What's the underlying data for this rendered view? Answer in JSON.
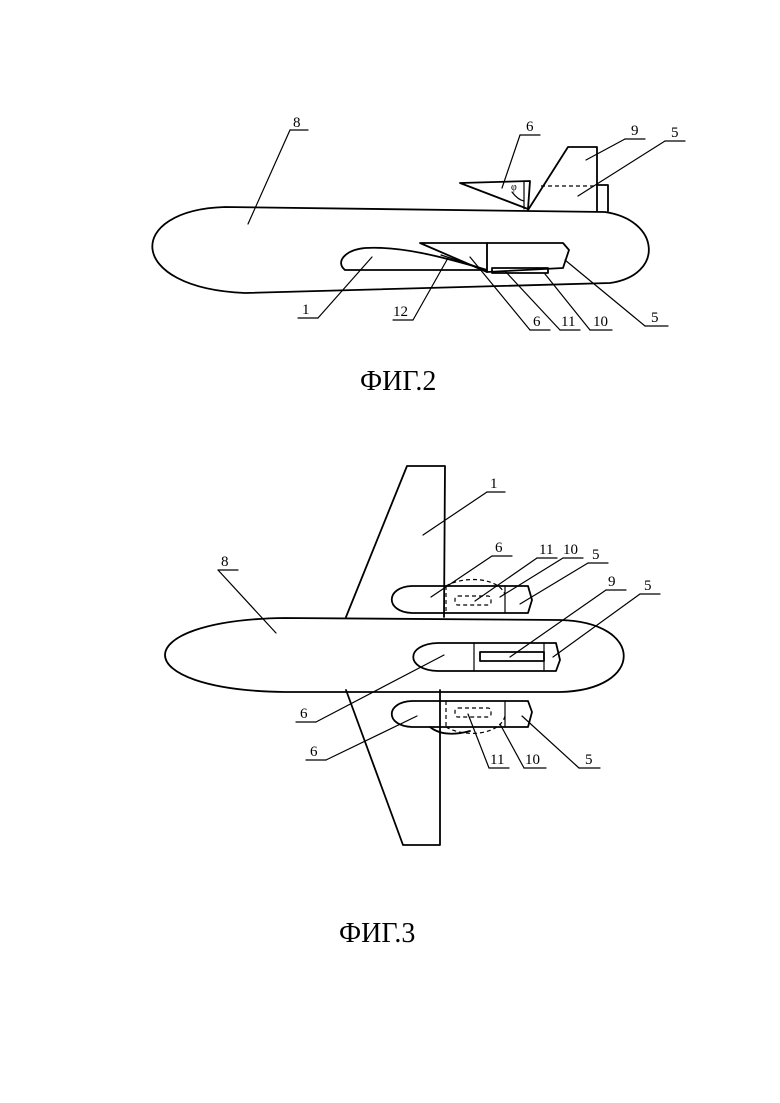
{
  "figures": [
    {
      "caption": "ФИГ.2"
    },
    {
      "caption": "ФИГ.3"
    }
  ],
  "fig2_labels": {
    "l8": "8",
    "l6": "6",
    "l9": "9",
    "l5_top": "5",
    "phi": "φ",
    "l1": "1",
    "l12": "12",
    "l6_bottom": "6",
    "l11": "11",
    "l10": "10",
    "l5_bottom": "5"
  },
  "fig3_labels": {
    "l1": "1",
    "l8": "8",
    "l6_upper": "6",
    "l11_upper": "11",
    "l10_upper": "10",
    "l5_upper": "5",
    "l9": "9",
    "l5_center": "5",
    "l6_center": "6",
    "l6_lower": "6",
    "l11_lower": "11",
    "l10_lower": "10",
    "l5_lower": "5"
  }
}
